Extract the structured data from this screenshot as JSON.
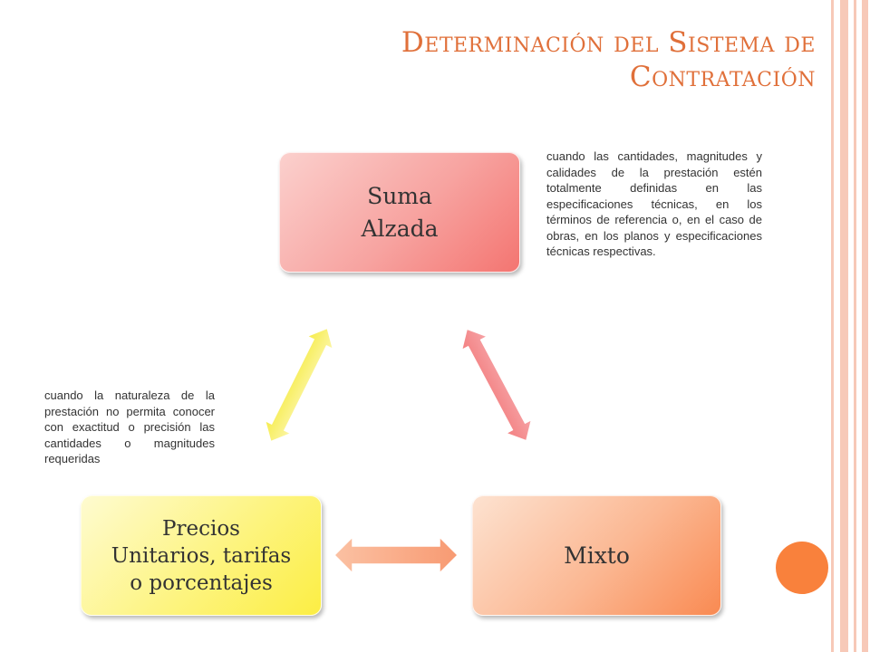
{
  "title": {
    "line1": "Determinación del Sistema de",
    "line2": "Contratación"
  },
  "nodes": {
    "suma_line1": "Suma",
    "suma_line2": "Alzada",
    "mixto": "Mixto",
    "precios_line1": "Precios",
    "precios_line2": "Unitarios, tarifas",
    "precios_line3": "o porcentajes"
  },
  "notes": {
    "suma": "cuando las cantidades, magnitudes y calidades de la prestación estén totalmente definidas en las especificaciones técnicas, en los términos de referencia o, en el caso de obras, en los planos y especificaciones técnicas respectivas.",
    "precios": "cuando la naturaleza de la prestación no permita conocer con exactitud o precisión las cantidades o magnitudes requeridas"
  },
  "colors": {
    "title": "#e0703a",
    "suma": "#f47571",
    "mixto": "#f98a52",
    "precios": "#fcee44",
    "accent_circle": "#f9813c",
    "stripes": "#f7c9b8"
  }
}
